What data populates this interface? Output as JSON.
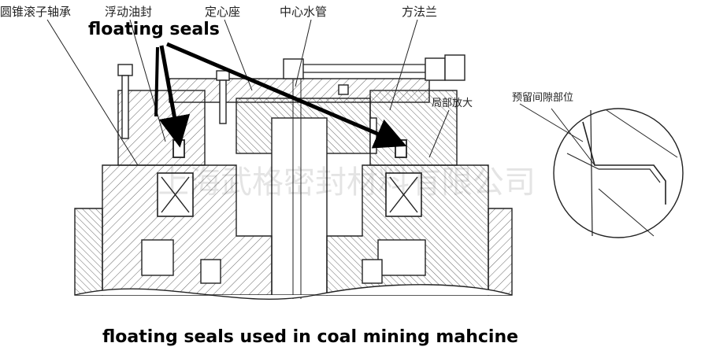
{
  "labels": {
    "bearing": "圆锥滚子轴承",
    "floating_seal": "浮动油封",
    "center_seat": "定心座",
    "water_pipe": "中心水管",
    "flange": "方法兰",
    "detail": "局部放大",
    "gap": "预留间隙部位"
  },
  "annotation": "floating seals",
  "caption": "floating seals used in coal mining mahcine",
  "watermark": "上海武格密封材料有限公司"
}
